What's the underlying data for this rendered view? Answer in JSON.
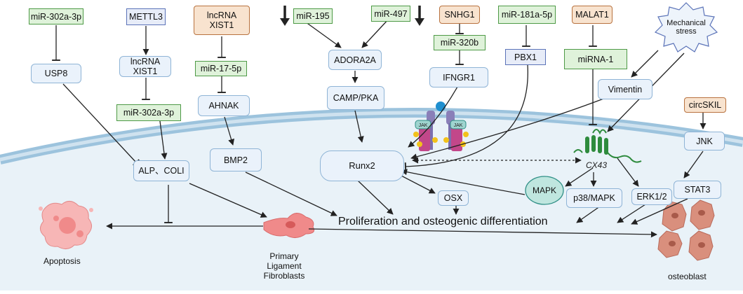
{
  "nodes": {
    "mir302a3p_top": "miR-302a-3p",
    "mettl3": "METTL3",
    "lncxist1_top": "lncRNA\nXIST1",
    "mir195": "miR-195",
    "mir497": "miR-497",
    "snhg1": "SNHG1",
    "mir181a5p": "miR-181a-5p",
    "malat1": "MALAT1",
    "mechanical_stress": "Mechanical\nstress",
    "usp8": "USP8",
    "lncxist1_mid": "lncRNA\nXIST1",
    "mir17_5p": "miR-17-5p",
    "adora2a": "ADORA2A",
    "mir320b": "miR-320b",
    "pbx1": "PBX1",
    "mirna1": "miRNA-1",
    "ahnak": "AHNAK",
    "camp_pka": "CAMP/PKA",
    "ifngr1": "IFNGR1",
    "vimentin": "Vimentin",
    "mir302a3p_mid": "miR-302a-3p",
    "circskil": "circSKIL",
    "jnk": "JNK",
    "alp_coli": "ALP、COLI",
    "bmp2": "BMP2",
    "runx2": "Runx2",
    "stat3": "STAT3",
    "osx": "OSX",
    "mapk": "MAPK",
    "p38_mapk": "p38/MAPK",
    "erk12": "ERK1/2"
  },
  "labels": {
    "cx43": "CX43",
    "jak_left": "JAK",
    "jak_right": "JAK",
    "proliferation": "Proliferation and osteogenic differentiation",
    "apoptosis": "Apoptosis",
    "fibroblasts": "Primary\nLigament\nFibroblasts",
    "osteoblast": "osteoblast"
  },
  "colors": {
    "mirna_fill": "#dff2da",
    "mirna_border": "#4e9a46",
    "lnc_fill": "#f8e3cf",
    "lnc_border": "#b8723f",
    "enzyme_fill": "#e7ecf8",
    "enzyme_border": "#5b73b8",
    "protein_fill": "#eaf2fb",
    "protein_border": "#8fb4d6",
    "membrane": "#9cc3dd",
    "cytoplasm": "#dbe9f4",
    "mapk_fill": "#bfe6df",
    "mapk_border": "#2f8f86",
    "apoptosis_cell": "#f29a9a",
    "fibroblast": "#f08a8a",
    "osteoblast": "#d98f7d",
    "cx43": "#2e8b3d"
  }
}
